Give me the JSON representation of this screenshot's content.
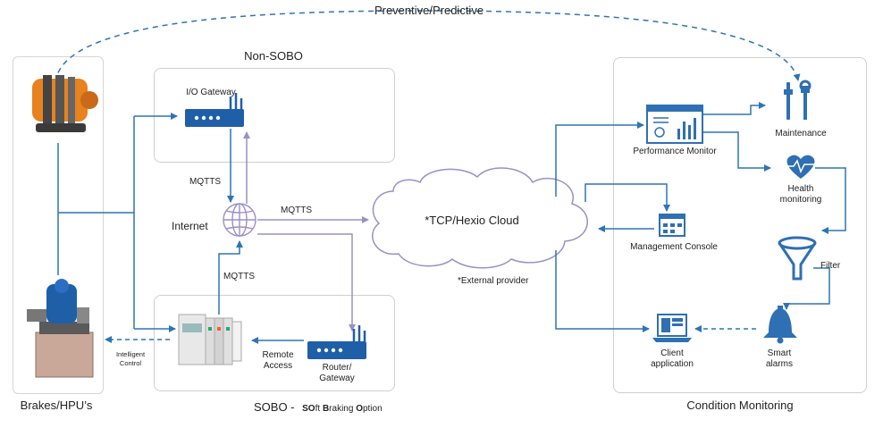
{
  "title_top": "Preventive/Predictive",
  "panels": {
    "non_sobo": "Non-SOBO",
    "sobo_prefix": "SOBO -",
    "sobo_full": {
      "s": "SO",
      "t1": "ft ",
      "b": "B",
      "t2": "raking ",
      "o": "O",
      "t3": "ption"
    },
    "brakes": "Brakes/HPU’s",
    "condition": "Condition Monitoring"
  },
  "nodes": {
    "io_gateway": "I/O Gateway",
    "internet": "Internet",
    "cloud": "*TCP/Hexio Cloud",
    "external": "*External provider",
    "remote_access": [
      "Remote",
      "Access"
    ],
    "router": [
      "Router/",
      "Gateway"
    ],
    "intelligent_control": [
      "Intelligent",
      "Control"
    ],
    "performance_monitor": "Performance Monitor",
    "management_console": "Management Console",
    "client_app": [
      "Client",
      "application"
    ],
    "maintenance": "Maintenance",
    "health": [
      "Health",
      "monitoring"
    ],
    "filter": "Filter",
    "smart_alarms": [
      "Smart",
      "alarms"
    ]
  },
  "links": {
    "mqtts_top": "MQTTS",
    "mqtts_right": "MQTTS",
    "mqtts_bottom": "MQTTS"
  },
  "colors": {
    "blue": "#2e74b5",
    "purple": "#9b8fc7",
    "icon_blue": "#2f6fb3",
    "brake_orange": "#e8821e"
  }
}
